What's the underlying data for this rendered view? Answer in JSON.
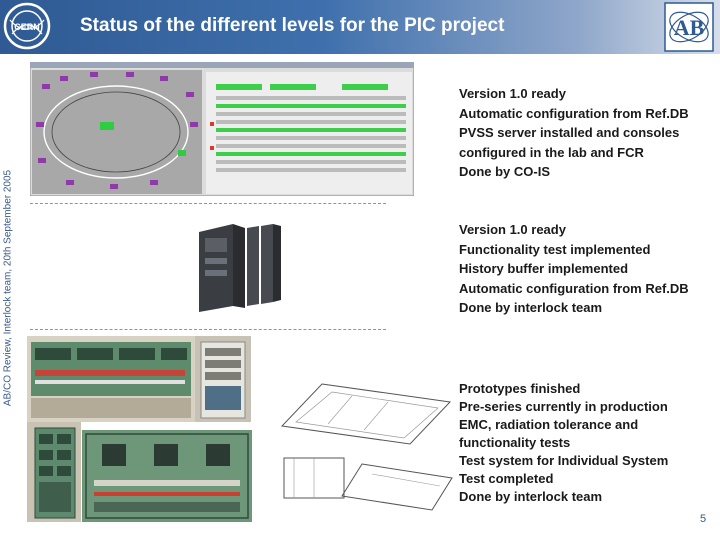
{
  "header": {
    "title": "Status of the different levels for the PIC project",
    "left_logo": "cern-logo",
    "right_logo": "ab-logo",
    "colors": {
      "header_start": "#2f5a93",
      "header_end": "#d6deea"
    }
  },
  "sidebar": {
    "text": "AB/CO Review, Interlock team, 20th September 2005"
  },
  "sections": [
    {
      "lines": [
        "Version 1.0 ready",
        "Automatic configuration from Ref.DB",
        "PVSS server installed and consoles",
        "configured in the lab and FCR",
        "Done by CO-IS"
      ]
    },
    {
      "lines": [
        "Version 1.0 ready",
        "Functionality test implemented",
        "History buffer implemented",
        "Automatic configuration from Ref.DB",
        "Done by interlock team"
      ]
    },
    {
      "lines": [
        "Prototypes finished",
        "Pre-series currently in production",
        "EMC, radiation tolerance and",
        "functionality tests",
        "Test system for Individual System",
        "Test completed",
        "Done by interlock team"
      ]
    }
  ],
  "footer": {
    "page_number": "5"
  }
}
